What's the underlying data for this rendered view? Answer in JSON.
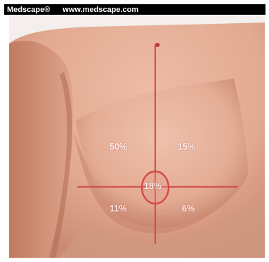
{
  "header": {
    "brand": "Medscape®",
    "url": "www.medscape.com"
  },
  "figure": {
    "quadrant_labels": {
      "upper_outer": "50%",
      "upper_inner": "15%",
      "central": "18%",
      "lower_outer": "11%",
      "lower_inner": "6%"
    },
    "colors": {
      "skin": "#e0aa92",
      "skin_shadow": "#b7705c",
      "guide_lines": "#d24a45",
      "nipple": "#c23b3b",
      "header_bg": "#000000"
    }
  }
}
